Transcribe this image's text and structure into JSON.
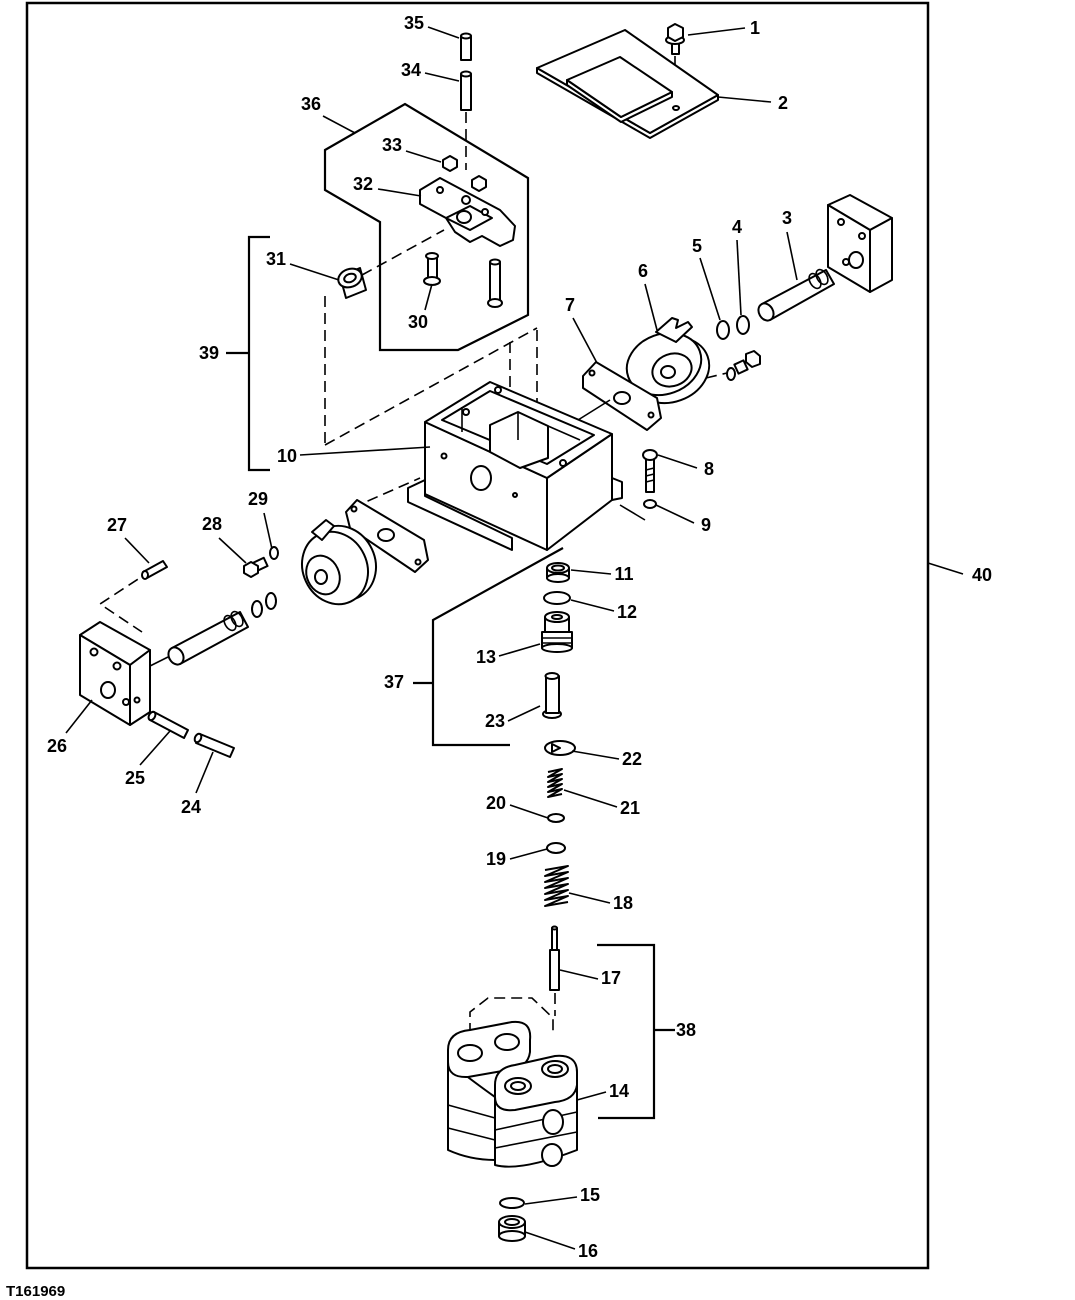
{
  "figure_id": "T161969",
  "callouts": [
    "1",
    "2",
    "3",
    "4",
    "5",
    "6",
    "7",
    "8",
    "9",
    "10",
    "11",
    "12",
    "13",
    "14",
    "15",
    "16",
    "17",
    "18",
    "19",
    "20",
    "21",
    "22",
    "23",
    "24",
    "25",
    "26",
    "27",
    "28",
    "29",
    "30",
    "31",
    "32",
    "33",
    "34",
    "35",
    "36",
    "37",
    "38",
    "39",
    "40"
  ]
}
